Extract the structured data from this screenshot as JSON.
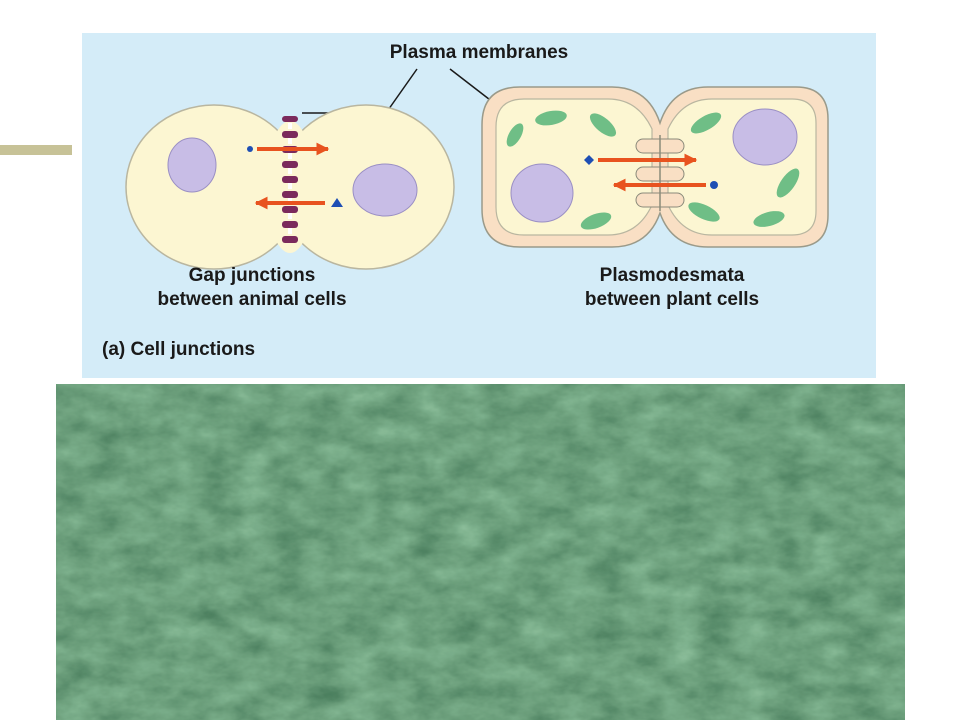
{
  "labels": {
    "plasma_membranes": "Plasma membranes",
    "gap_junctions_line1": "Gap junctions",
    "gap_junctions_line2": "between animal cells",
    "plasmodesmata_line1": "Plasmodesmata",
    "plasmodesmata_line2": "between plant cells",
    "caption": "(a) Cell junctions"
  },
  "colors": {
    "panel_background": "#d4ecf8",
    "animal_cytoplasm": "#fcf6d2",
    "nucleus": "#c8bde6",
    "gap_junction_protein": "#7b2a5c",
    "arrow": "#e8531f",
    "molecule_marker": "#1e4fb4",
    "plant_cell_wall": "#f9dfc4",
    "chloroplast": "#6fbe86",
    "accent_bar": "#c7c297",
    "texture_dark": "#123d24",
    "texture_light": "#3f8a5b"
  }
}
